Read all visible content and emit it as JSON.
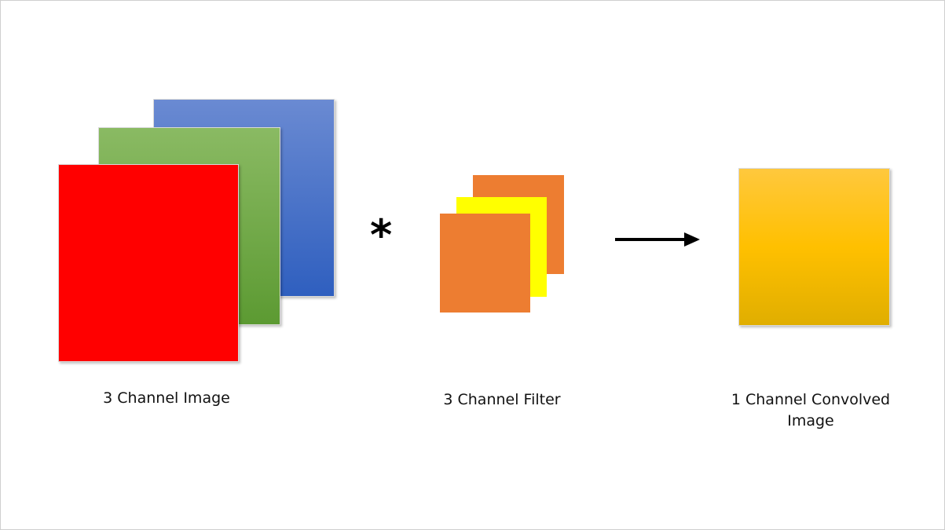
{
  "input_image": {
    "label": "3 Channel Image",
    "channel_colors": {
      "blue": [
        "#6a8ad2",
        "#2f5fbf"
      ],
      "green": [
        "#8aba63",
        "#5c9a32"
      ],
      "red": "#ff0000"
    }
  },
  "operator": {
    "symbol": "*"
  },
  "filter": {
    "label": "3 Channel Filter",
    "channel_colors": {
      "back": "#ed7d31",
      "middle": "#ffff00",
      "front": "#ed7d31"
    }
  },
  "arrow": {
    "icon": "right-arrow-icon",
    "color": "#000000"
  },
  "output": {
    "label_line1": "1 Channel Convolved",
    "label_line2": "Image",
    "colors": [
      "#ffc83d",
      "#ffc000",
      "#e0ae00"
    ]
  }
}
